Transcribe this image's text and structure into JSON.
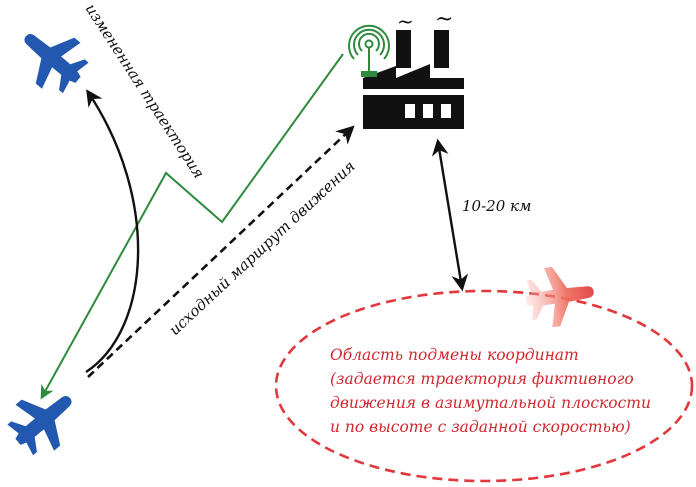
{
  "labels": {
    "changed_trajectory": "измененная траектория",
    "original_route": "исходный маршрут движения",
    "distance": "10-20 км",
    "spoof_area": [
      "Область подмены координат",
      "(задается траектория фиктивного",
      "движения в азимутальной плоскости",
      "и по высоте с заданной скоростью)"
    ],
    "smoke_1": "~",
    "smoke_2": "~"
  },
  "colors": {
    "aircraft": "#2358b0",
    "spoof_link": "#2e8b3e",
    "route": "#111111",
    "spoof_area": "#e0383c",
    "factory": "#111111"
  },
  "icons": {
    "real_aircraft": "jet-fighter-icon",
    "ghost_aircraft": "ghost-jet-icon",
    "target": "factory-icon",
    "antenna": "radio-antenna-icon"
  }
}
